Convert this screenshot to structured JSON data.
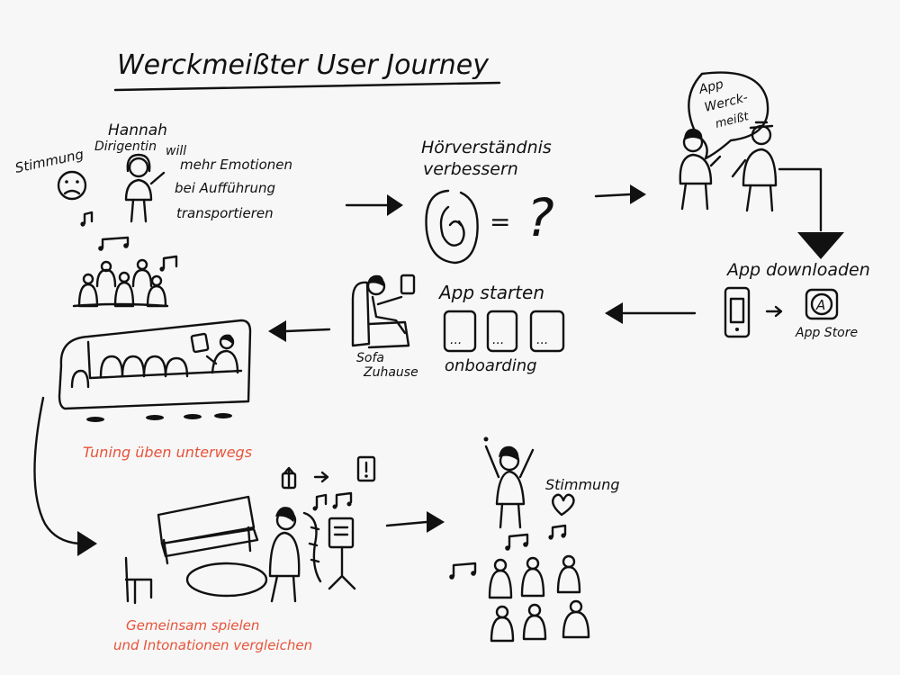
{
  "title": "Werckmeißter User Journey",
  "colors": {
    "ink": "#111111",
    "accent": "#e8533a",
    "paper": "#f7f7f7"
  },
  "scene1": {
    "stimmung": "Stimmung",
    "name": "Hannah",
    "role": "Dirigentin",
    "goal_lines": [
      "will",
      "mehr Emotionen",
      "bei Aufführung",
      "transportieren"
    ]
  },
  "scene2": {
    "lines": [
      "Hörverständnis",
      "verbessern"
    ],
    "equals": "=",
    "question": "?"
  },
  "scene3": {
    "bubble_lines": [
      "App",
      "Werck-",
      "meißt"
    ]
  },
  "scene4": {
    "label": "App downloaden",
    "store_letter": "A",
    "store_label": "App Store"
  },
  "scene5": {
    "label": "App starten",
    "sofa_lines": [
      "Sofa",
      "Zuhause"
    ],
    "onboarding": "onboarding",
    "screen_dots": [
      "...",
      "...",
      "..."
    ]
  },
  "scene6": {
    "caption": "Tuning üben unterwegs"
  },
  "scene7": {
    "caption_lines": [
      "Gemeinsam spielen",
      "und Intonationen vergleichen"
    ]
  },
  "scene8": {
    "stimmung": "Stimmung"
  }
}
